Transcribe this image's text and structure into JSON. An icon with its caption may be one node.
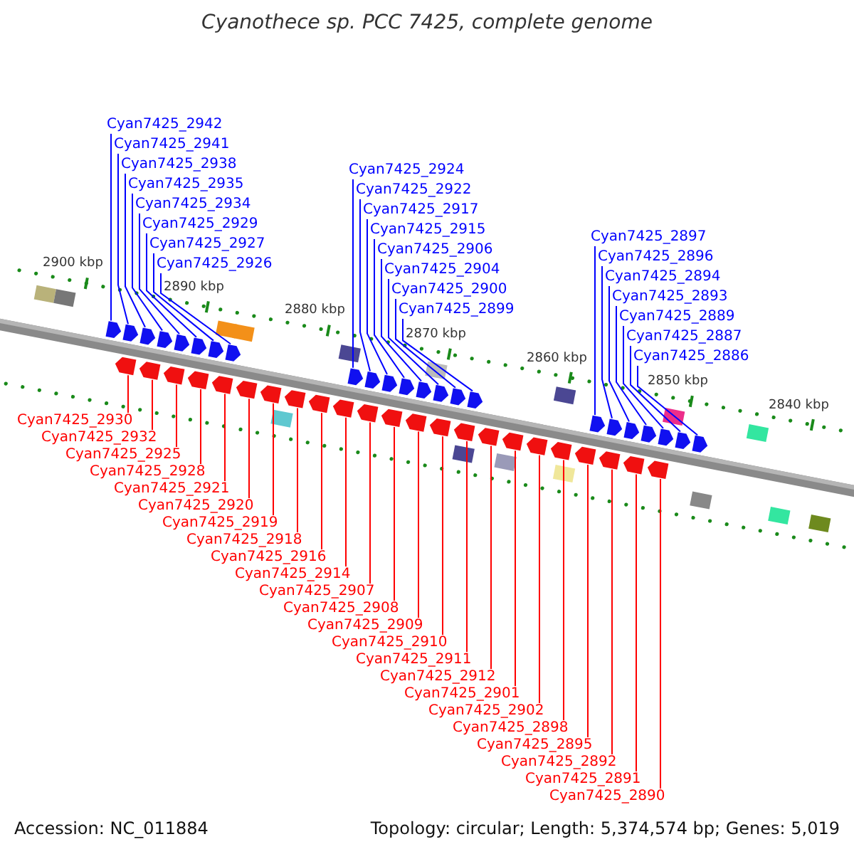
{
  "diagram": {
    "title": "Cyanothece sp. PCC 7425, complete genome",
    "nodes": [
      {
        "text": [
          "Cyan7425_2942"
        ]
      },
      {
        "text": [
          "Cyan7425_2941"
        ]
      },
      {
        "text": [
          "Cyan7425_2938"
        ]
      },
      {
        "text": [
          "Cyan7425_2935"
        ]
      },
      {
        "text": [
          "Cyan7425_2934"
        ]
      },
      {
        "text": [
          "Cyan7425_2929"
        ]
      },
      {
        "text": [
          "Cyan7425_2927"
        ]
      },
      {
        "text": [
          "Cyan7425_2926"
        ]
      },
      {
        "text": [
          "Cyan7425_2924"
        ]
      },
      {
        "text": [
          "Cyan7425_2922"
        ]
      },
      {
        "text": [
          "Cyan7425_2917"
        ]
      },
      {
        "text": [
          "Cyan7425_2915"
        ]
      },
      {
        "text": [
          "Cyan7425_2906"
        ]
      },
      {
        "text": [
          "Cyan7425_2904"
        ]
      },
      {
        "text": [
          "Cyan7425_2900"
        ]
      },
      {
        "text": [
          "Cyan7425_2899"
        ]
      },
      {
        "text": [
          "Cyan7425_2897"
        ]
      },
      {
        "text": [
          "Cyan7425_2896"
        ]
      },
      {
        "text": [
          "Cyan7425_2894"
        ]
      },
      {
        "text": [
          "Cyan7425_2893"
        ]
      },
      {
        "text": [
          "Cyan7425_2889"
        ]
      },
      {
        "text": [
          "Cyan7425_2887"
        ]
      },
      {
        "text": [
          "Cyan7425_2886"
        ]
      },
      {
        "text": [
          "Cyan7425_2930"
        ]
      },
      {
        "text": [
          "Cyan7425_2932"
        ]
      },
      {
        "text": [
          "Cyan7425_2925"
        ]
      },
      {
        "text": [
          "Cyan7425_2928"
        ]
      },
      {
        "text": [
          "Cyan7425_2921"
        ]
      },
      {
        "text": [
          "Cyan7425_2920"
        ]
      },
      {
        "text": [
          "Cyan7425_2919"
        ]
      },
      {
        "text": [
          "Cyan7425_2918"
        ]
      },
      {
        "text": [
          "Cyan7425_2916"
        ]
      },
      {
        "text": [
          "Cyan7425_2914"
        ]
      },
      {
        "text": [
          "Cyan7425_2907"
        ]
      },
      {
        "text": [
          "Cyan7425_2908"
        ]
      },
      {
        "text": [
          "Cyan7425_2909"
        ]
      },
      {
        "text": [
          "Cyan7425_2910"
        ]
      },
      {
        "text": [
          "Cyan7425_2911"
        ]
      },
      {
        "text": [
          "Cyan7425_2912"
        ]
      },
      {
        "text": [
          "Cyan7425_2901"
        ]
      },
      {
        "text": [
          "Cyan7425_2902"
        ]
      },
      {
        "text": [
          "Cyan7425_2898"
        ]
      },
      {
        "text": [
          "Cyan7425_2895"
        ]
      },
      {
        "text": [
          "Cyan7425_2892"
        ]
      },
      {
        "text": [
          "Cyan7425_2891"
        ]
      },
      {
        "text": [
          "Cyan7425_2890"
        ]
      }
    ],
    "edges": [
      {
        "from": 0,
        "to": null,
        "arrow": "none",
        "color": "#0000ff"
      },
      {
        "from": 1,
        "to": null,
        "arrow": "none",
        "color": "#0000ff"
      },
      {
        "from": 2,
        "to": null,
        "arrow": "none",
        "color": "#0000ff"
      },
      {
        "from": 3,
        "to": null,
        "arrow": "none",
        "color": "#0000ff"
      },
      {
        "from": 4,
        "to": null,
        "arrow": "none",
        "color": "#0000ff"
      },
      {
        "from": 5,
        "to": null,
        "arrow": "none",
        "color": "#0000ff"
      },
      {
        "from": 6,
        "to": null,
        "arrow": "none",
        "color": "#0000ff"
      },
      {
        "from": 7,
        "to": null,
        "arrow": "none",
        "color": "#0000ff"
      },
      {
        "from": 8,
        "to": null,
        "arrow": "none",
        "color": "#0000ff"
      },
      {
        "from": 9,
        "to": null,
        "arrow": "none",
        "color": "#0000ff"
      },
      {
        "from": 10,
        "to": null,
        "arrow": "none",
        "color": "#0000ff"
      },
      {
        "from": 11,
        "to": null,
        "arrow": "none",
        "color": "#0000ff"
      },
      {
        "from": 12,
        "to": null,
        "arrow": "none",
        "color": "#0000ff"
      },
      {
        "from": 13,
        "to": null,
        "arrow": "none",
        "color": "#0000ff"
      },
      {
        "from": 14,
        "to": null,
        "arrow": "none",
        "color": "#0000ff"
      },
      {
        "from": 15,
        "to": null,
        "arrow": "none",
        "color": "#0000ff"
      },
      {
        "from": 16,
        "to": null,
        "arrow": "none",
        "color": "#0000ff"
      },
      {
        "from": 17,
        "to": null,
        "arrow": "none",
        "color": "#0000ff"
      },
      {
        "from": 18,
        "to": null,
        "arrow": "none",
        "color": "#0000ff"
      },
      {
        "from": 19,
        "to": null,
        "arrow": "none",
        "color": "#0000ff"
      },
      {
        "from": 20,
        "to": null,
        "arrow": "none",
        "color": "#0000ff"
      },
      {
        "from": 21,
        "to": null,
        "arrow": "none",
        "color": "#0000ff"
      },
      {
        "from": 22,
        "to": null,
        "arrow": "none",
        "color": "#0000ff"
      },
      {
        "from": 23,
        "to": null,
        "arrow": "none",
        "color": "#ff0000"
      },
      {
        "from": 24,
        "to": null,
        "arrow": "none",
        "color": "#ff0000"
      },
      {
        "from": 25,
        "to": null,
        "arrow": "none",
        "color": "#ff0000"
      },
      {
        "from": 26,
        "to": null,
        "arrow": "none",
        "color": "#ff0000"
      },
      {
        "from": 27,
        "to": null,
        "arrow": "none",
        "color": "#ff0000"
      },
      {
        "from": 28,
        "to": null,
        "arrow": "none",
        "color": "#ff0000"
      },
      {
        "from": 29,
        "to": null,
        "arrow": "none",
        "color": "#ff0000"
      },
      {
        "from": 30,
        "to": null,
        "arrow": "none",
        "color": "#ff0000"
      },
      {
        "from": 31,
        "to": null,
        "arrow": "none",
        "color": "#ff0000"
      },
      {
        "from": 32,
        "to": null,
        "arrow": "none",
        "color": "#ff0000"
      },
      {
        "from": 33,
        "to": null,
        "arrow": "none",
        "color": "#ff0000"
      },
      {
        "from": 34,
        "to": null,
        "arrow": "none",
        "color": "#ff0000"
      },
      {
        "from": 35,
        "to": null,
        "arrow": "none",
        "color": "#ff0000"
      },
      {
        "from": 36,
        "to": null,
        "arrow": "none",
        "color": "#ff0000"
      },
      {
        "from": 37,
        "to": null,
        "arrow": "none",
        "color": "#ff0000"
      },
      {
        "from": 38,
        "to": null,
        "arrow": "none",
        "color": "#ff0000"
      },
      {
        "from": 39,
        "to": null,
        "arrow": "none",
        "color": "#ff0000"
      },
      {
        "from": 40,
        "to": null,
        "arrow": "none",
        "color": "#ff0000"
      },
      {
        "from": 41,
        "to": null,
        "arrow": "none",
        "color": "#ff0000"
      },
      {
        "from": 42,
        "to": null,
        "arrow": "none",
        "color": "#ff0000"
      },
      {
        "from": 43,
        "to": null,
        "arrow": "none",
        "color": "#ff0000"
      },
      {
        "from": 44,
        "to": null,
        "arrow": "none",
        "color": "#ff0000"
      },
      {
        "from": 45,
        "to": null,
        "arrow": "none",
        "color": "#ff0000"
      }
    ],
    "labels": [
      "2900 kbp",
      "2890 kbp",
      "2880 kbp",
      "2870 kbp",
      "2860 kbp",
      "2850 kbp",
      "2840 kbp",
      "Accession: NC_011884",
      "Topology: circular; Length: 5,374,574 bp; Genes: 5,019"
    ]
  }
}
